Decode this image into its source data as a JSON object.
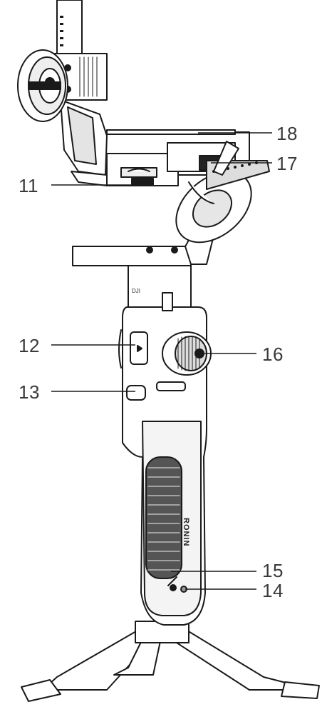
{
  "brand_text": "RONIN",
  "callouts": [
    {
      "id": "c18",
      "label": "18"
    },
    {
      "id": "c17",
      "label": "17"
    },
    {
      "id": "c11",
      "label": "11"
    },
    {
      "id": "c12",
      "label": "12"
    },
    {
      "id": "c16",
      "label": "16"
    },
    {
      "id": "c13",
      "label": "13"
    },
    {
      "id": "c15",
      "label": "15"
    },
    {
      "id": "c14",
      "label": "14"
    }
  ]
}
